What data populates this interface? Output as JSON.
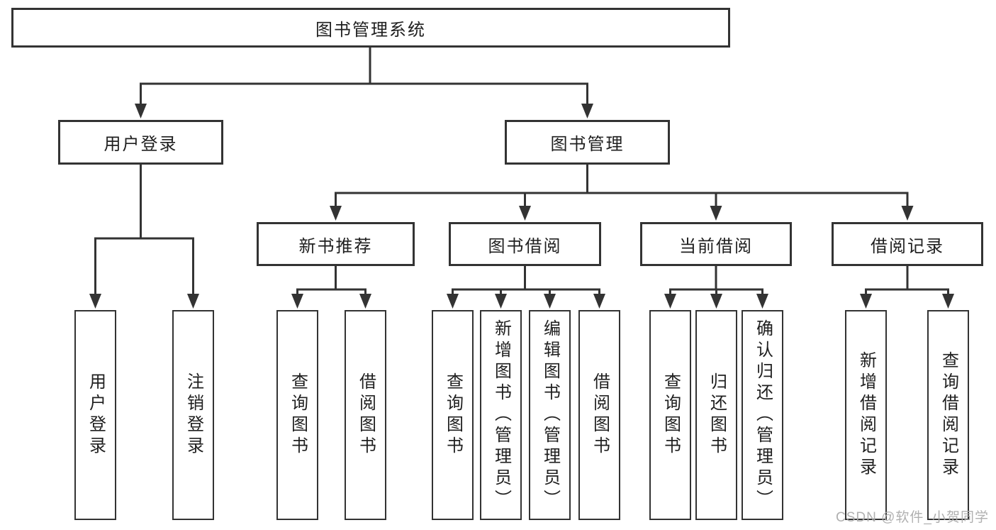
{
  "diagram": {
    "root": {
      "label": "图书管理系统"
    },
    "branches": [
      {
        "label": "用户登录",
        "children": [
          {
            "label": "用户登录"
          },
          {
            "label": "注销登录"
          }
        ]
      },
      {
        "label": "图书管理",
        "children": [
          {
            "label": "新书推荐",
            "children": [
              {
                "label": "查询图书"
              },
              {
                "label": "借阅图书"
              }
            ]
          },
          {
            "label": "图书借阅",
            "children": [
              {
                "label": "查询图书"
              },
              {
                "label": "新增图书（管理员）"
              },
              {
                "label": "编辑图书（管理员）"
              },
              {
                "label": "借阅图书"
              }
            ]
          },
          {
            "label": "当前借阅",
            "children": [
              {
                "label": "查询图书"
              },
              {
                "label": "归还图书"
              },
              {
                "label": "确认归还（管理员）"
              }
            ]
          },
          {
            "label": "借阅记录",
            "children": [
              {
                "label": "新增借阅记录"
              },
              {
                "label": "查询借阅记录"
              }
            ]
          }
        ]
      }
    ]
  },
  "watermark": {
    "text": "CSDN @软件_小贺同学"
  },
  "colors": {
    "line": "#333333",
    "box_border": "#333333",
    "text": "#1f1f1f",
    "watermark": "#acacac",
    "background": "#ffffff"
  }
}
